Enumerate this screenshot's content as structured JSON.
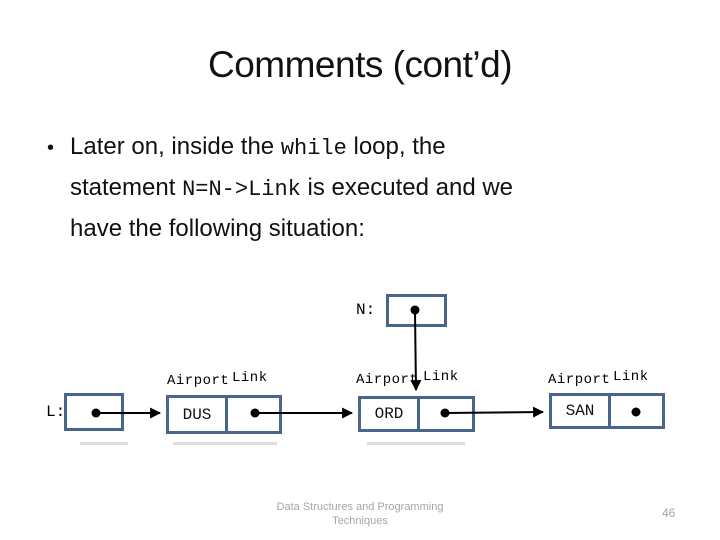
{
  "slide": {
    "title": "Comments (cont’d)",
    "bullet": {
      "marker": "•",
      "lines": [
        [
          {
            "text": "Later on, inside the ",
            "mono": false
          },
          {
            "text": "while",
            "mono": true
          },
          {
            "text": " loop, the",
            "mono": false
          }
        ],
        [
          {
            "text": "statement ",
            "mono": false
          },
          {
            "text": "N=N->Link",
            "mono": true
          },
          {
            "text": " is executed and we",
            "mono": false
          }
        ],
        [
          {
            "text": "have the following situation:",
            "mono": false
          }
        ]
      ]
    }
  },
  "diagram": {
    "pointers": {
      "n_label": "N:",
      "l_label": "L:"
    },
    "field_labels": {
      "airport": "Airport",
      "link": "Link"
    },
    "nodes": [
      {
        "value": "DUS"
      },
      {
        "value": "ORD"
      },
      {
        "value": "SAN"
      }
    ],
    "colors": {
      "box_border": "#48668a",
      "arrow": "#000000",
      "shadow": "#dcdcdc"
    }
  },
  "footer": {
    "text": "Data Structures and Programming Techniques",
    "page_number": "46"
  }
}
